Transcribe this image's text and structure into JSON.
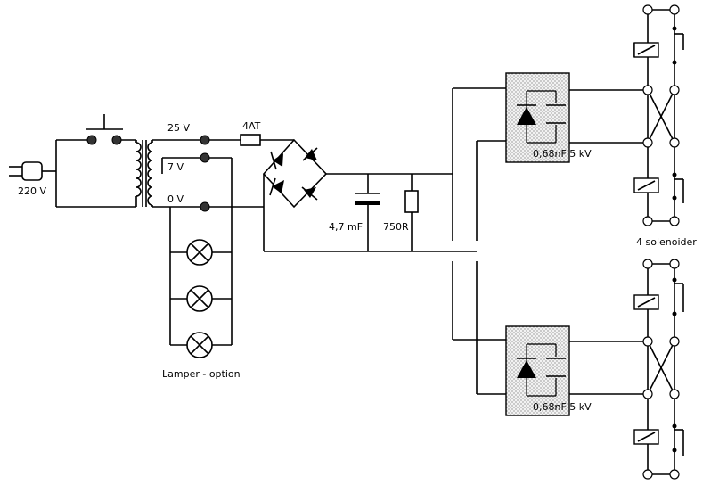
{
  "labels": {
    "mains": "220 V",
    "tap_25v": "25 V",
    "tap_7v": "7 V",
    "tap_0v": "0 V",
    "fuse": "4AT",
    "capacitor": "4,7 mF",
    "resistor": "750R",
    "module_top": "0,68nF 5 kV",
    "module_bottom": "0,68nF 5 kV",
    "solenoids": "4 solenoider",
    "lamps": "Lamper - option"
  }
}
